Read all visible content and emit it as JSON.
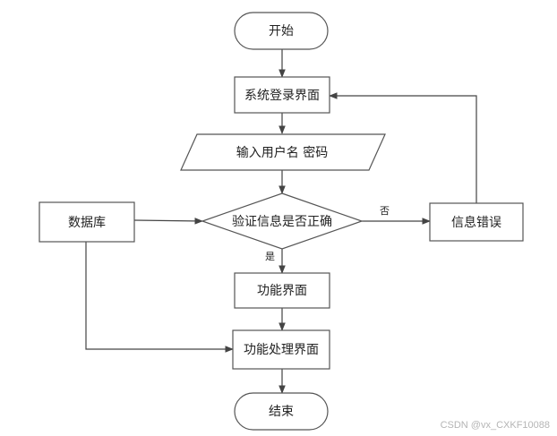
{
  "diagram": {
    "nodes": {
      "start": "开始",
      "login": "系统登录界面",
      "input": "输入用户名 密码",
      "verify": "验证信息是否正确",
      "database": "数据库",
      "error": "信息错误",
      "function": "功能界面",
      "process": "功能处理界面",
      "end": "结束"
    },
    "edge_labels": {
      "no": "否",
      "yes": "是"
    }
  },
  "watermark": "CSDN @vx_CXKF10088"
}
